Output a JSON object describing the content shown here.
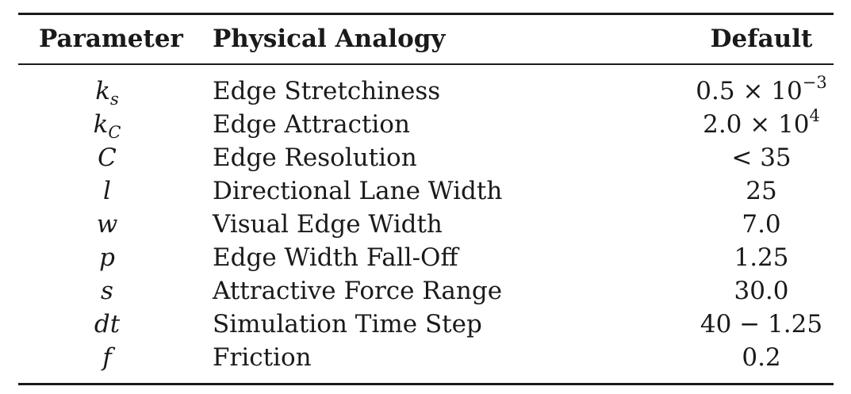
{
  "table": {
    "headers": {
      "parameter": "Parameter",
      "analogy": "Physical Analogy",
      "default": "Default"
    },
    "rows": [
      {
        "symbol": "k",
        "subscript": "s",
        "analogy": "Edge Stretchiness",
        "default_base": "0.5 × 10",
        "default_exp": "−3"
      },
      {
        "symbol": "k",
        "subscript": "C",
        "analogy": "Edge Attraction",
        "default_base": "2.0 × 10",
        "default_exp": "4"
      },
      {
        "symbol": "C",
        "subscript": "",
        "analogy": "Edge Resolution",
        "default_base": "< 35",
        "default_exp": ""
      },
      {
        "symbol": "l",
        "subscript": "",
        "analogy": "Directional Lane Width",
        "default_base": "25",
        "default_exp": ""
      },
      {
        "symbol": "w",
        "subscript": "",
        "analogy": "Visual Edge Width",
        "default_base": "7.0",
        "default_exp": ""
      },
      {
        "symbol": "p",
        "subscript": "",
        "analogy": "Edge Width Fall-Off",
        "default_base": "1.25",
        "default_exp": ""
      },
      {
        "symbol": "s",
        "subscript": "",
        "analogy": "Attractive Force Range",
        "default_base": "30.0",
        "default_exp": ""
      },
      {
        "symbol": "dt",
        "subscript": "",
        "analogy": "Simulation Time Step",
        "default_base": "40 − 1.25",
        "default_exp": ""
      },
      {
        "symbol": "f",
        "subscript": "",
        "analogy": "Friction",
        "default_base": "0.2",
        "default_exp": ""
      }
    ]
  }
}
